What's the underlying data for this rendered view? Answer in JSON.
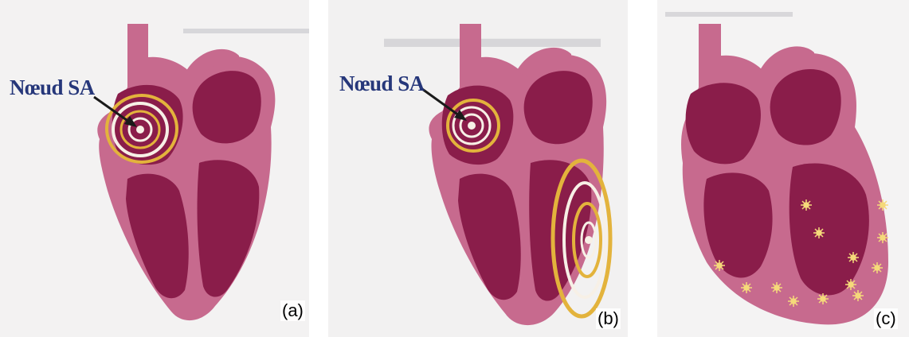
{
  "panels": [
    {
      "id": "a",
      "caption": "(a)",
      "label": "Nœud SA"
    },
    {
      "id": "b",
      "caption": "(b)",
      "label": "Nœud SA"
    },
    {
      "id": "c",
      "caption": "(c)"
    }
  ],
  "colors": {
    "myocardium": "#c76a8e",
    "chamber": "#8a1d4a",
    "septum": "#b8557c",
    "wave_white": "#f7f0e6",
    "wave_gold": "#e3b33c",
    "label": "#26377a"
  }
}
